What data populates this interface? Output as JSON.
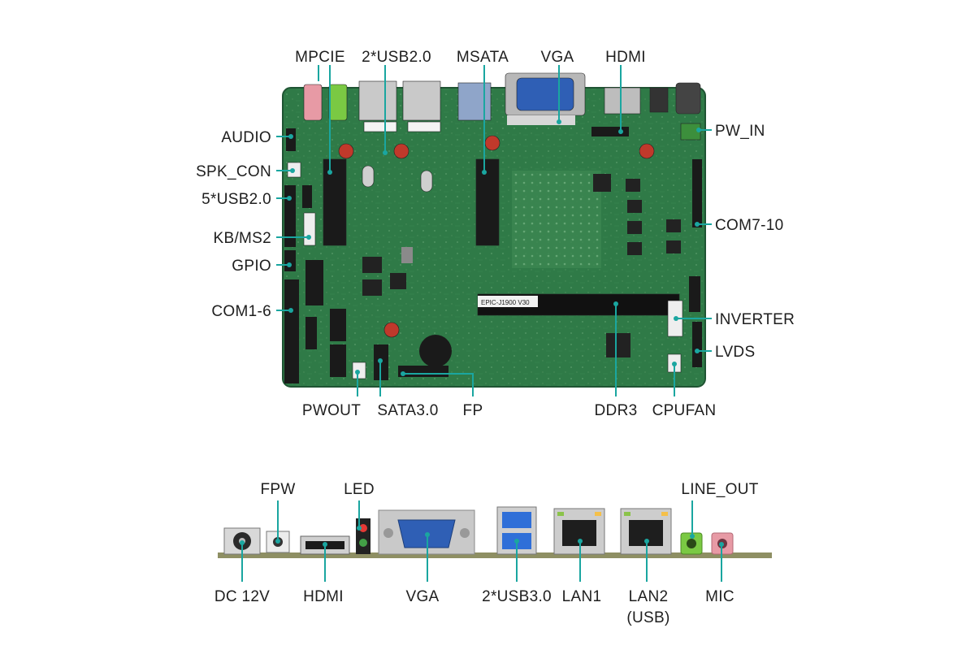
{
  "board": {
    "silkscreen": "EPIC-J1900 V30"
  },
  "top_labels": [
    {
      "id": "mpcie",
      "text": "MPCIE"
    },
    {
      "id": "usb20_top",
      "text": "2*USB2.0"
    },
    {
      "id": "msata",
      "text": "MSATA"
    },
    {
      "id": "vga_top",
      "text": "VGA"
    },
    {
      "id": "hdmi_top",
      "text": "HDMI"
    }
  ],
  "left_labels": [
    {
      "id": "audio",
      "text": "AUDIO"
    },
    {
      "id": "spk_con",
      "text": "SPK_CON"
    },
    {
      "id": "usb20_5",
      "text": "5*USB2.0"
    },
    {
      "id": "kb_ms2",
      "text": "KB/MS2"
    },
    {
      "id": "gpio",
      "text": "GPIO"
    },
    {
      "id": "com1_6",
      "text": "COM1-6"
    }
  ],
  "right_labels": [
    {
      "id": "pw_in",
      "text": "PW_IN"
    },
    {
      "id": "com7_10",
      "text": "COM7-10"
    },
    {
      "id": "inverter",
      "text": "INVERTER"
    },
    {
      "id": "lvds",
      "text": "LVDS"
    }
  ],
  "bottom_labels": [
    {
      "id": "pwout",
      "text": "PWOUT"
    },
    {
      "id": "sata30",
      "text": "SATA3.0"
    },
    {
      "id": "fp",
      "text": "FP"
    },
    {
      "id": "ddr3",
      "text": "DDR3"
    },
    {
      "id": "cpufan",
      "text": "CPUFAN"
    }
  ],
  "io_top_labels": [
    {
      "id": "fpw",
      "text": "FPW"
    },
    {
      "id": "led",
      "text": "LED"
    },
    {
      "id": "line_out",
      "text": "LINE_OUT"
    }
  ],
  "io_bottom_labels": [
    {
      "id": "dc12v",
      "text": "DC 12V"
    },
    {
      "id": "io_hdmi",
      "text": "HDMI"
    },
    {
      "id": "io_vga",
      "text": "VGA"
    },
    {
      "id": "usb30",
      "text": "2*USB3.0"
    },
    {
      "id": "lan1",
      "text": "LAN1"
    },
    {
      "id": "lan2",
      "text": "LAN2"
    },
    {
      "id": "lan2_sub",
      "text": "(USB)"
    },
    {
      "id": "mic",
      "text": "MIC"
    }
  ],
  "colors": {
    "pcb": "#2f7a47",
    "pcb_dark": "#24613a",
    "leader": "#1aa6a0",
    "label_text": "#1e1e1e",
    "vga_port": "#2f5fb5",
    "usb3_port": "#2f6fd8",
    "line_out_jack": "#7ac943",
    "mic_jack": "#e79aa5"
  }
}
